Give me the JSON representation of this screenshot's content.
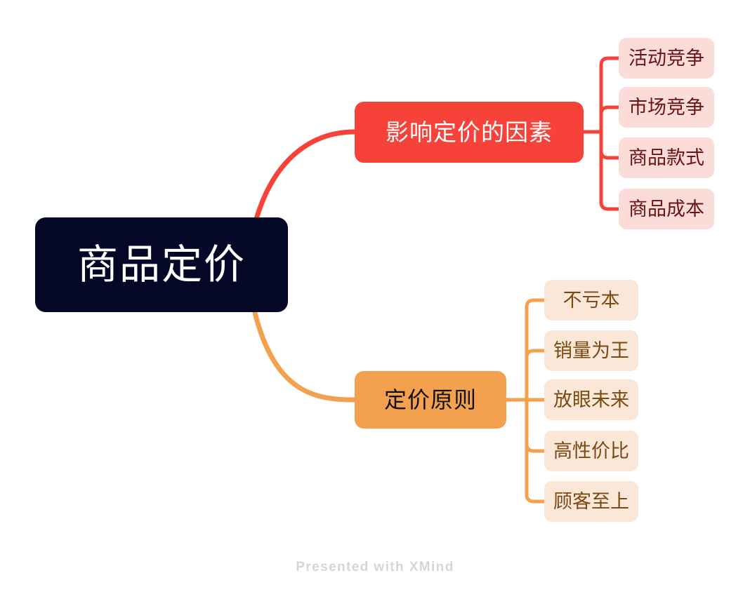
{
  "map": {
    "root": {
      "label": "商品定价",
      "color": "#050726",
      "text_color": "#ffffff"
    },
    "branches": [
      {
        "label": "影响定价的因素",
        "color": "#f7423a",
        "text_color": "#ffffff",
        "leaf_bg": "#fbdcd8",
        "leaf_text": "#6b1414",
        "leaves": [
          {
            "label": "活动竞争"
          },
          {
            "label": "市场竞争"
          },
          {
            "label": "商品款式"
          },
          {
            "label": "商品成本"
          }
        ]
      },
      {
        "label": "定价原则",
        "color": "#f3a14e",
        "text_color": "#111111",
        "leaf_bg": "#fae7d7",
        "leaf_text": "#7a4a12",
        "leaves": [
          {
            "label": "不亏本"
          },
          {
            "label": "销量为王"
          },
          {
            "label": "放眼未来"
          },
          {
            "label": "高性价比"
          },
          {
            "label": "顾客至上"
          }
        ]
      }
    ]
  },
  "footer": {
    "text": "Presented with XMind"
  }
}
